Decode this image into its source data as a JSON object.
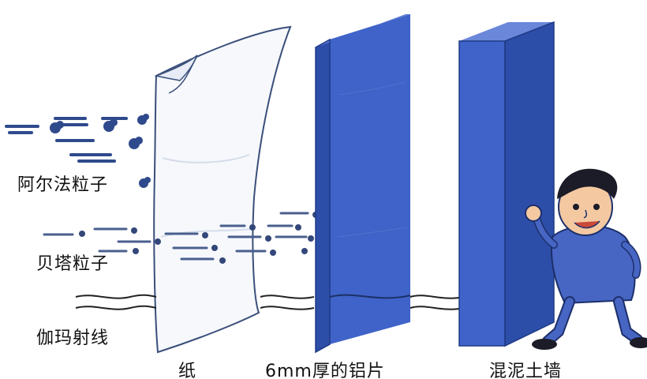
{
  "labels": {
    "alpha": "阿尔法粒子",
    "beta": "贝塔粒子",
    "gamma": "伽玛射线"
  },
  "captions": {
    "paper": "纸",
    "aluminum": "6mm厚的铝片",
    "wall": "混泥土墙"
  },
  "colors": {
    "barrier_blue": "#3f63c8",
    "barrier_dark": "#2d4ea8",
    "particle": "#2f4a8c",
    "paper": "#f6f8fc",
    "ink": "#222222"
  }
}
